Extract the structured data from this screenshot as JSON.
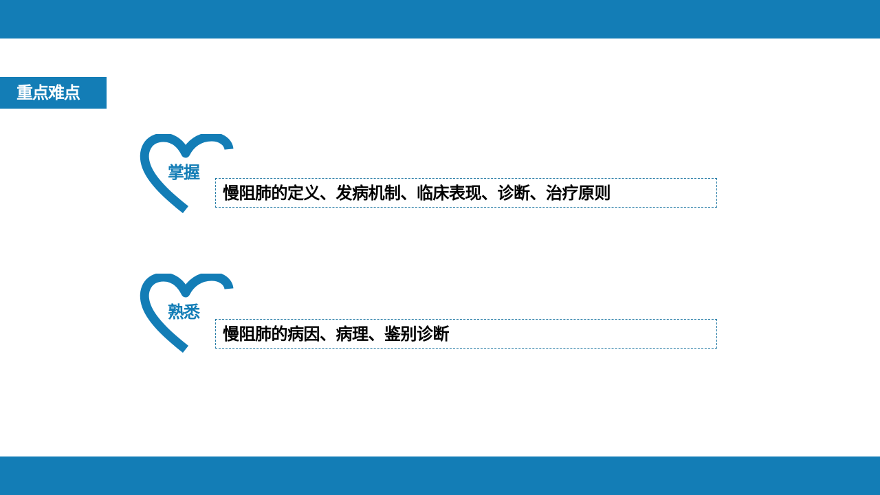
{
  "theme": {
    "accent": "#137db6",
    "dash_border": "#2b7fa8",
    "text": "#000000"
  },
  "slide": {
    "section_label": "重点难点",
    "items": [
      {
        "label": "掌握",
        "text": "慢阻肺的定义、发病机制、临床表现、诊断、治疗原则",
        "icon": "heart-icon"
      },
      {
        "label": "熟悉",
        "text": "慢阻肺的病因、病理、鉴别诊断",
        "icon": "heart-icon"
      }
    ]
  }
}
